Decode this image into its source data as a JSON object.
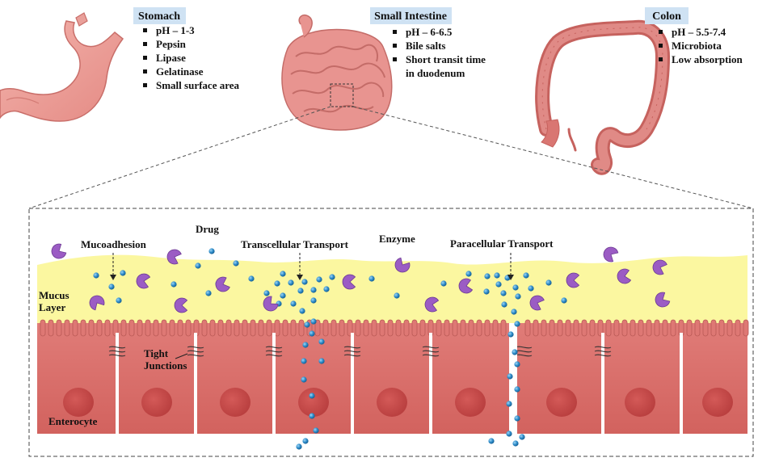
{
  "organs": {
    "stomach": {
      "title": "Stomach",
      "bullets": [
        "pH – 1-3",
        "Pepsin",
        "Lipase",
        "Gelatinase",
        "Small surface area"
      ]
    },
    "small_intestine": {
      "title": "Small Intestine",
      "bullets": [
        "pH – 6-6.5",
        "Bile salts",
        "Short transit time",
        "in duodenum"
      ]
    },
    "colon": {
      "title": "Colon",
      "bullets": [
        "pH – 5.5-7.4",
        "Microbiota",
        "Low absorption"
      ]
    }
  },
  "labels": {
    "drug": "Drug",
    "mucoadhesion": "Mucoadhesion",
    "transcellular": "Transcellular Transport",
    "enzyme": "Enzyme",
    "paracellular": "Paracellular Transport",
    "mucus_line1": "Mucus",
    "mucus_line2": "Layer",
    "tight_line1": "Tight",
    "tight_line2": "Junctions",
    "enterocyte": "Enterocyte"
  },
  "colors": {
    "title_box": "#cfe2f3",
    "mucus": "#fbf7a0",
    "cell": "#d9706c",
    "nucleus": "#c94a49",
    "drug": "#2d8bc9",
    "enzyme": "#9b5cc4",
    "organ": "#e88f8c"
  }
}
